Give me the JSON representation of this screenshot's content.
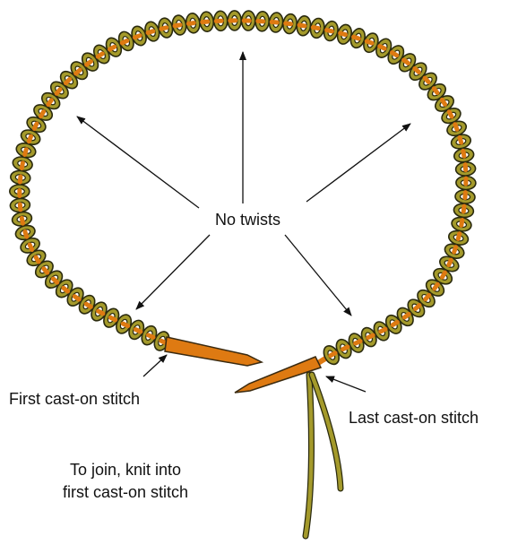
{
  "labels": {
    "center": "No twists",
    "first_stitch": "First cast-on stitch",
    "last_stitch": "Last cast-on stitch",
    "join_line1": "To join, knit into",
    "join_line2": "first cast-on stitch"
  },
  "colors": {
    "stitch_fill": "#a49a2b",
    "stitch_stroke": "#2a2a0e",
    "needle": "#de7a12",
    "yarn_tail": "#a49a2b",
    "arrow": "#111111"
  }
}
